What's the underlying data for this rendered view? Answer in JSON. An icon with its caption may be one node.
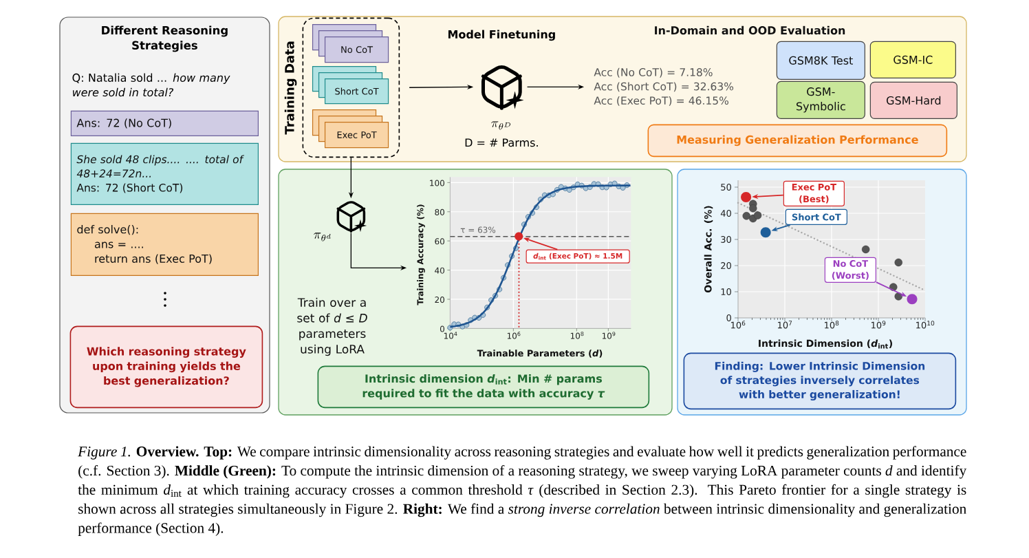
{
  "diagram": {
    "caption": "*Figure 1.* **Overview. Top:** We compare intrinsic dimensionality across reasoning strategies and evaluate how well it predicts generalization performance (c.f. Section 3). **Middle (Green):** To compute the intrinsic dimension of a reasoning strategy, we sweep varying LoRA parameter counts *d* and identify the minimum *d*$_{int}$ at which training accuracy crosses a common threshold *τ* (described in Section 2.3). This Pareto frontier for a single strategy is shown across all strategies simultaneously in Figure 2. **Right:** We find a *strong inverse correlation* between intrinsic dimensionality and generalization performance (Section 4).",
    "nodes": [
      {
        "text": [
          "Different Reasoning Strategies",
          "Q: Natalia sold ... *how many were sold in total?*"
        ]
      },
      {
        "text": [
          "Ans: 72 (No CoT)"
        ],
        "in": 0
      },
      {
        "text": [
          "She sold 48 clips.... .... total of 48+24=72n...",
          "Ans: 72 (Short CoT)"
        ],
        "in": 0
      },
      {
        "text": [
          "def solve():",
          "ans = ....",
          "return ans (Exec PoT)"
        ],
        "in": 0
      },
      {
        "text": [
          "Which reasoning strategy upon training yields the best generalization?"
        ],
        "in": 0
      },
      {
        "text": [],
        "shape": "box"
      },
      {
        "text": [
          "Training Data"
        ],
        "in": 5
      },
      {
        "text": [
          "No CoT"
        ],
        "in": 6
      },
      {
        "text": [
          "Short CoT"
        ],
        "in": 6
      },
      {
        "text": [
          "Exec PoT"
        ],
        "in": 6
      },
      {
        "text": [],
        "shape": "picture",
        "in": 5,
        "beside": [
          "Model Finetuning",
          "\\pi_{\\theta^D}",
          "D = # Parms."
        ]
      },
      {
        "text": [
          "Acc (No CoT) = 7.18%",
          "Acc (Short CoT) = 32.63%",
          "Acc (Exec PoT) = 46.15%"
        ],
        "in": 5
      },
      {
        "text": [
          "GSM8K Test"
        ],
        "in": 5
      },
      {
        "text": [
          "GSM-IC"
        ],
        "in": 5
      },
      {
        "text": [
          "GSM-Symbolic"
        ],
        "in": 5
      },
      {
        "text": [
          "GSM-Hard"
        ],
        "in": 5
      },
      {
        "text": [
          "Measuring Generalization Performance"
        ],
        "in": 5
      },
      {
        "text": [],
        "shape": "box"
      },
      {
        "text": [],
        "shape": "picture",
        "in": 17,
        "beside": [
          "\\pi_{\\theta^d}"
        ]
      },
      {
        "text": [],
        "shape": "circle",
        "in": 30
      },
      {
        "text": [
          "*d*$_{int}$ (Exec PoT) ≈ 1.5M"
        ],
        "in": 30
      },
      {
        "text": [
          "Intrinsic dimension *d*$_{int}$: Min # params required to fit the data with accuracy *τ*"
        ],
        "in": 17
      },
      {
        "text": [],
        "shape": "box"
      },
      {
        "text": [
          "Exec PoT (Best)"
        ],
        "in": 22
      },
      {
        "text": [],
        "shape": "circle",
        "in": 22
      },
      {
        "text": [
          "Short CoT"
        ],
        "in": 22
      },
      {
        "text": [],
        "shape": "circle",
        "in": 22
      },
      {
        "text": [
          "No CoT (Worst)"
        ],
        "in": 22
      },
      {
        "text": [],
        "shape": "circle",
        "in": 22
      },
      {
        "text": [
          "Finding: Lower Intrinsic Dimension of strategies inversely correlates with better generalization!"
        ],
        "in": 22
      },
      {
        "text": [],
        "shape": "chart",
        "in": 17
      }
    ],
    "edges": [
      {
        "from": 6,
        "to": 10,
        "arrow": "to"
      },
      {
        "from": 10,
        "to": 11,
        "arrow": "to"
      },
      {
        "from": 6,
        "to": 18,
        "arrow": "to"
      },
      {
        "from": 18,
        "to": 30,
        "arrow": "to"
      },
      {
        "from": 20,
        "to": 19,
        "arrow": "to",
        "color": "#d62728"
      },
      {
        "from": 23,
        "to": 24,
        "arrow": "to",
        "color": "#d62728"
      },
      {
        "from": 25,
        "to": 26,
        "arrow": "to",
        "color": "#1f5f9a"
      },
      {
        "from": 27,
        "to": 28,
        "arrow": "to",
        "color": "#9b3fc0"
      }
    ],
    "labels": [
      "In-Domain and OOD Evaluation",
      "Train over a set of *d* ≤ *D* parameters using LoRA",
      "τ = 63%",
      "100",
      "80",
      "60",
      "40",
      "20",
      "0",
      "10$^{4}$",
      "10$^{6}$",
      "10$^{8}$",
      "10$^{9}$",
      "Training Accuracy (%)",
      "Trainable Parameters (*d*)",
      "50",
      "40",
      "30",
      "20",
      "10",
      "0",
      "10$^{6}$",
      "10$^{7}$",
      "10$^{8}$",
      "10$^{9}$",
      "10$^{10}$",
      "Overall Acc. (%)",
      "Intrinsic Dimension (*d*$_{int}$)"
    ]
  }
}
